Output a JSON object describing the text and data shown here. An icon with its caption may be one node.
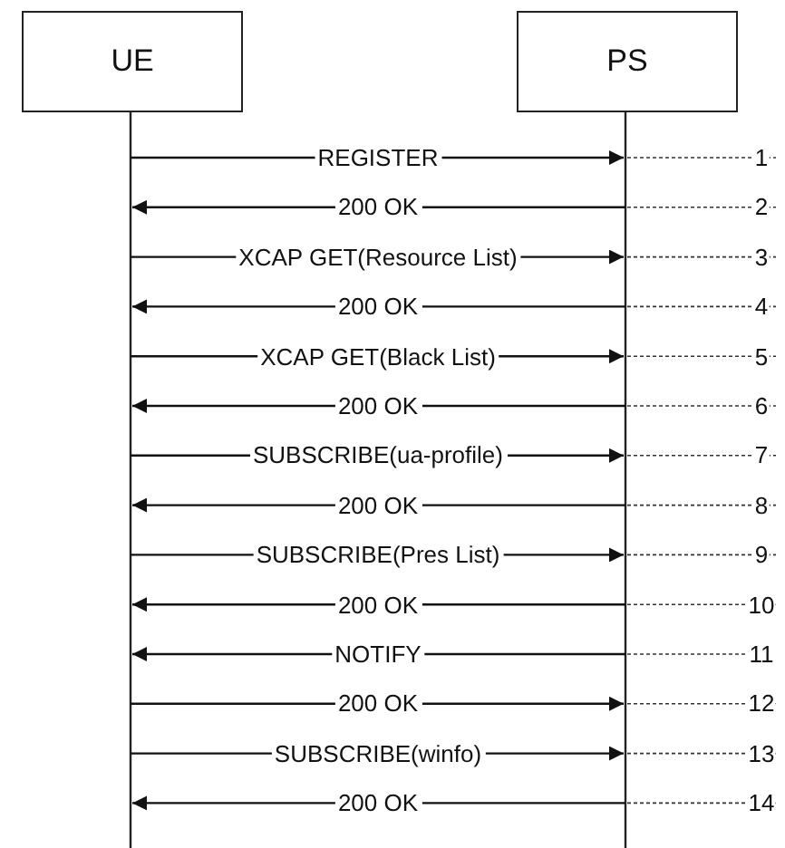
{
  "diagram": {
    "nodes": [
      {
        "text": [
          "UE"
        ]
      },
      {
        "text": [
          "PS"
        ]
      }
    ],
    "edges": [
      {
        "from": 0,
        "to": 1,
        "arrow": "to",
        "label": "REGISTER"
      },
      {
        "from": 1,
        "to": 0,
        "arrow": "to",
        "label": "200 OK"
      },
      {
        "from": 0,
        "to": 1,
        "arrow": "to",
        "label": "XCAP GET(Resource List)"
      },
      {
        "from": 1,
        "to": 0,
        "arrow": "to",
        "label": "200 OK"
      },
      {
        "from": 0,
        "to": 1,
        "arrow": "to",
        "label": "XCAP GET(Black List)"
      },
      {
        "from": 1,
        "to": 0,
        "arrow": "to",
        "label": "200 OK"
      },
      {
        "from": 0,
        "to": 1,
        "arrow": "to",
        "label": "SUBSCRIBE(ua-profile)"
      },
      {
        "from": 1,
        "to": 0,
        "arrow": "to",
        "label": "200 OK"
      },
      {
        "from": 0,
        "to": 1,
        "arrow": "to",
        "label": "SUBSCRIBE(Pres List)"
      },
      {
        "from": 1,
        "to": 0,
        "arrow": "to",
        "label": "200 OK"
      },
      {
        "from": 1,
        "to": 0,
        "arrow": "to",
        "label": "NOTIFY"
      },
      {
        "from": 0,
        "to": 1,
        "arrow": "to",
        "label": "200 OK"
      },
      {
        "from": 0,
        "to": 1,
        "arrow": "to",
        "label": "SUBSCRIBE(winfo)"
      },
      {
        "from": 1,
        "to": 0,
        "arrow": "to",
        "label": "200 OK"
      }
    ],
    "labels": [
      "1",
      "2",
      "3",
      "4",
      "5",
      "6",
      "7",
      "8",
      "9",
      "10",
      "11",
      "12",
      "13",
      "14"
    ]
  }
}
